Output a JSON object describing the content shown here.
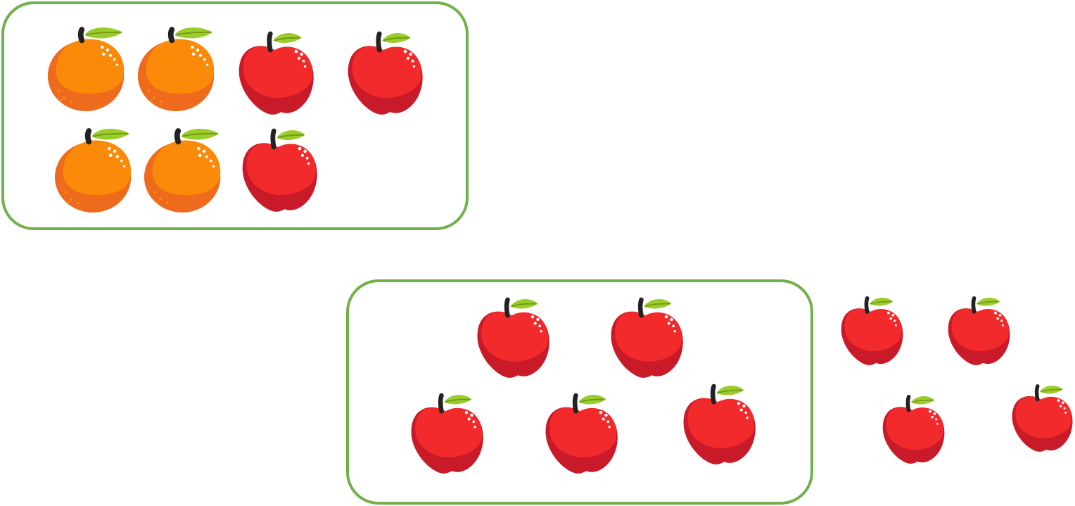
{
  "colors": {
    "frame": "#72b04a",
    "apple_body": "#f22a2c",
    "apple_shade": "#c81a28",
    "orange_body": "#fb8a08",
    "orange_shade": "#ee6a1c",
    "leaf": "#9ccc2a",
    "leaf_dark": "#6f9a1a",
    "stem": "#222222",
    "highlight": "#ffffff"
  },
  "groups": [
    {
      "name": "top-group",
      "boxed": true,
      "contents": {
        "oranges": 4,
        "apples": 3
      }
    },
    {
      "name": "bottom-group",
      "boxed_contents": {
        "apples": 5
      },
      "loose_apples_outside_box": 4
    }
  ],
  "icons": [
    "orange-icon",
    "apple-icon"
  ]
}
